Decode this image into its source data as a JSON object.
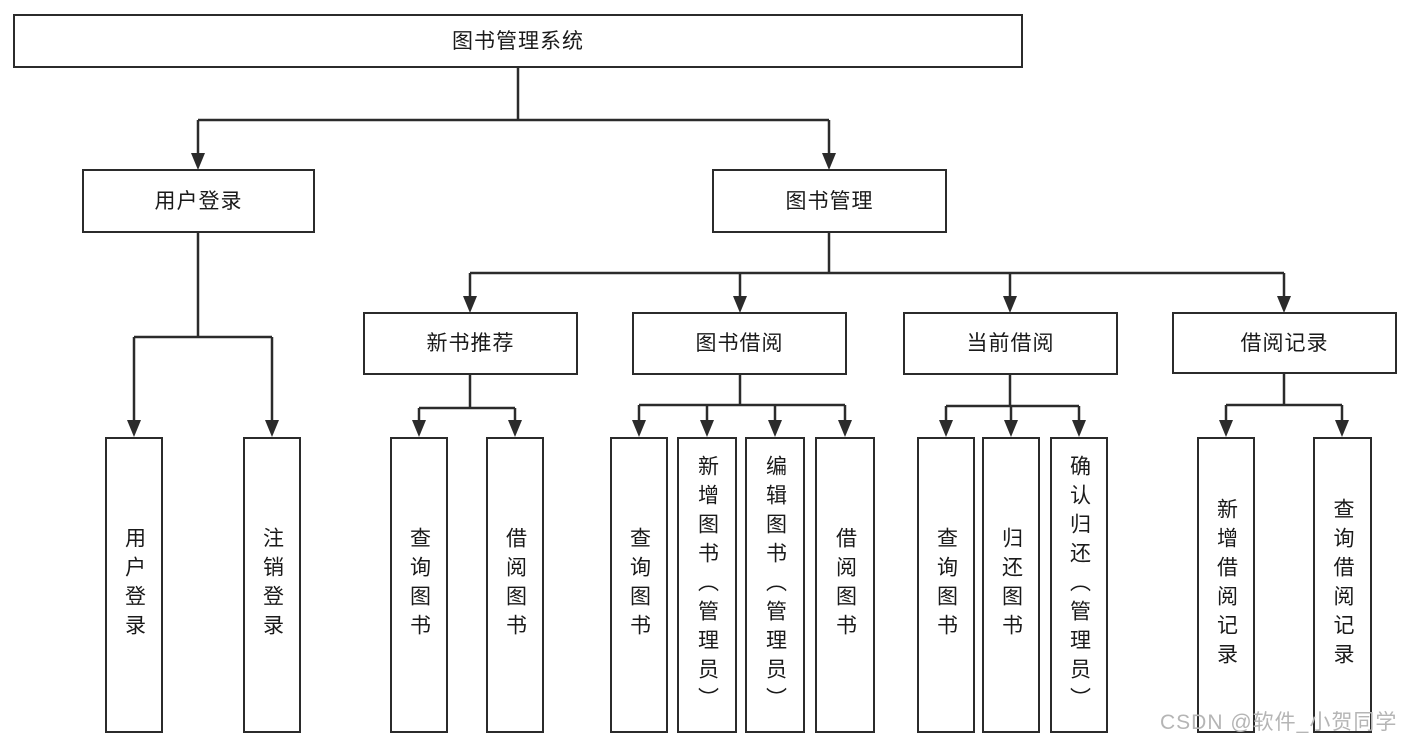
{
  "tree": {
    "label": "图书管理系统",
    "children": [
      {
        "label": "用户登录",
        "children": [
          {
            "label": "用户登录"
          },
          {
            "label": "注销登录"
          }
        ]
      },
      {
        "label": "图书管理",
        "children": [
          {
            "label": "新书推荐",
            "children": [
              {
                "label": "查询图书"
              },
              {
                "label": "借阅图书"
              }
            ]
          },
          {
            "label": "图书借阅",
            "children": [
              {
                "label": "查询图书"
              },
              {
                "label": "新增图书（管理员）"
              },
              {
                "label": "编辑图书（管理员）"
              },
              {
                "label": "借阅图书"
              }
            ]
          },
          {
            "label": "当前借阅",
            "children": [
              {
                "label": "查询图书"
              },
              {
                "label": "归还图书"
              },
              {
                "label": "确认归还（管理员）"
              }
            ]
          },
          {
            "label": "借阅记录",
            "children": [
              {
                "label": "新增借阅记录"
              },
              {
                "label": "查询借阅记录"
              }
            ]
          }
        ]
      }
    ]
  },
  "watermark": {
    "text": "CSDN @软件_小贺同学"
  },
  "colors": {
    "line": "#2b2b2b",
    "text": "#1a1a1a",
    "background": "#ffffff",
    "watermark": "#b5b5b5"
  }
}
